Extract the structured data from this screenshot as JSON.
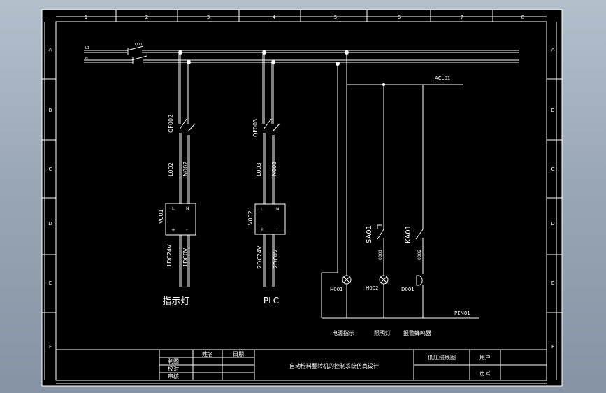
{
  "frame": {
    "col_labels": [
      "1",
      "2",
      "3",
      "4",
      "5",
      "6",
      "7",
      "8"
    ],
    "row_labels": [
      "A",
      "B",
      "C",
      "D",
      "E",
      "F"
    ]
  },
  "bus": {
    "l1": "L1",
    "n": "N",
    "main_breaker": "Q00"
  },
  "branch1": {
    "breaker": "QF002",
    "wire_l": "L002",
    "wire_n": "N002",
    "psu": "V001",
    "out_pos": "1DC24V",
    "out_neg": "1DC0V",
    "caption": "指示灯"
  },
  "branch2": {
    "breaker": "QF003",
    "wire_l": "L003",
    "wire_n": "N003",
    "psu": "V002",
    "out_pos": "2DC24V",
    "out_neg": "2DC0V",
    "caption": "PLC"
  },
  "psu_terminals": {
    "l": "L",
    "n": "N",
    "pos": "+",
    "neg": "-"
  },
  "control": {
    "acl": "ACL01",
    "pen": "PEN01",
    "lamp1": "H001",
    "lamp2": "H002",
    "buzzer": "D001",
    "switch1": "SA01",
    "switch2": "KA01",
    "wire1": "0001",
    "wire2": "0002",
    "cap1": "电源指示",
    "cap2": "照明灯",
    "cap3": "报警蜂鸣器"
  },
  "title_block": {
    "hdr_name": "姓名",
    "hdr_date": "日期",
    "row1": "制图",
    "row2": "校对",
    "row3": "审核",
    "project": "自动检料翻转机的控制系统仿真设计",
    "drawing": "低压接线图",
    "user": "用户",
    "page": "页号"
  }
}
